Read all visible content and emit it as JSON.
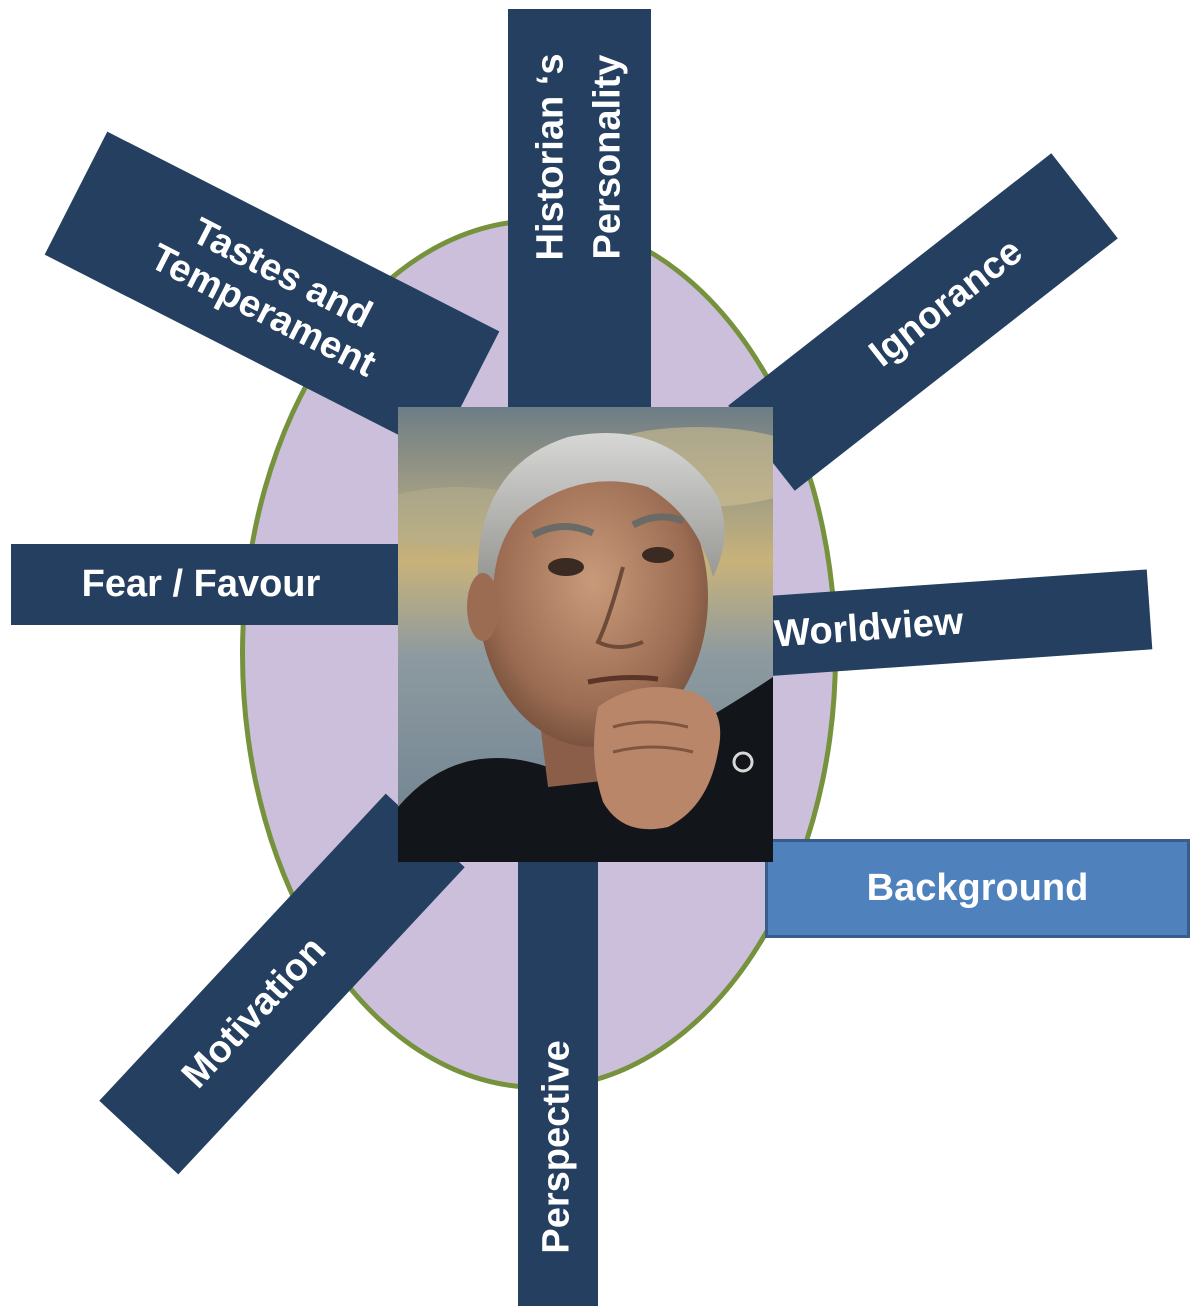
{
  "diagram": {
    "center_photo": "portrait of a thoughtful man with hand on chin",
    "factors": [
      {
        "id": "personality",
        "label_line1": "Historian ‘s",
        "label_line2": "Personality"
      },
      {
        "id": "tastes",
        "label_line1": "Tastes and",
        "label_line2": "Temperament"
      },
      {
        "id": "ignorance",
        "label": "Ignorance"
      },
      {
        "id": "fear",
        "label": "Fear / Favour"
      },
      {
        "id": "worldview",
        "label": "Worldview"
      },
      {
        "id": "background",
        "label": "Background"
      },
      {
        "id": "motivation",
        "label": "Motivation"
      },
      {
        "id": "perspective",
        "label": "Perspective"
      }
    ]
  },
  "colors": {
    "bar": "#243f60",
    "highlight_bar": "#4f81bd",
    "ellipse_fill": "#cbbfdc",
    "ellipse_border": "#76923c",
    "text": "#ffffff"
  }
}
